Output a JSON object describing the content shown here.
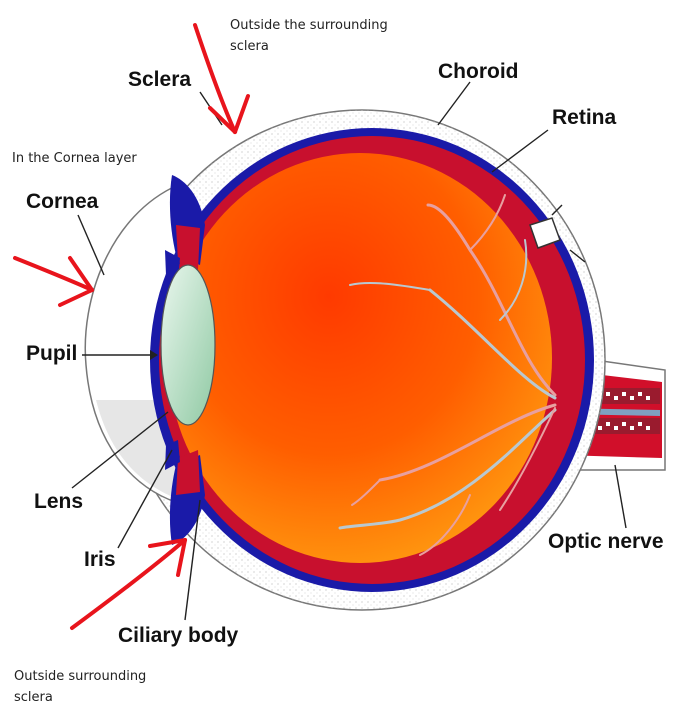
{
  "labels": {
    "sclera": "Sclera",
    "choroid": "Choroid",
    "retina": "Retina",
    "cornea": "Cornea",
    "pupil": "Pupil",
    "lens": "Lens",
    "iris": "Iris",
    "ciliary_body": "Ciliary body",
    "optic_nerve": "Optic nerve"
  },
  "notes": {
    "top_line1": "Outside the surrounding",
    "top_line2": "sclera",
    "left": "In the Cornea layer",
    "bottom_line1": "Outside surrounding",
    "bottom_line2": "sclera"
  },
  "colors": {
    "sclera": "#ffffff",
    "choroid": "#1a1aa8",
    "retina": "#c8102e",
    "vitreous": "#ff7a00",
    "lens": "#bfe3c9",
    "arrow": "#e8141c"
  }
}
